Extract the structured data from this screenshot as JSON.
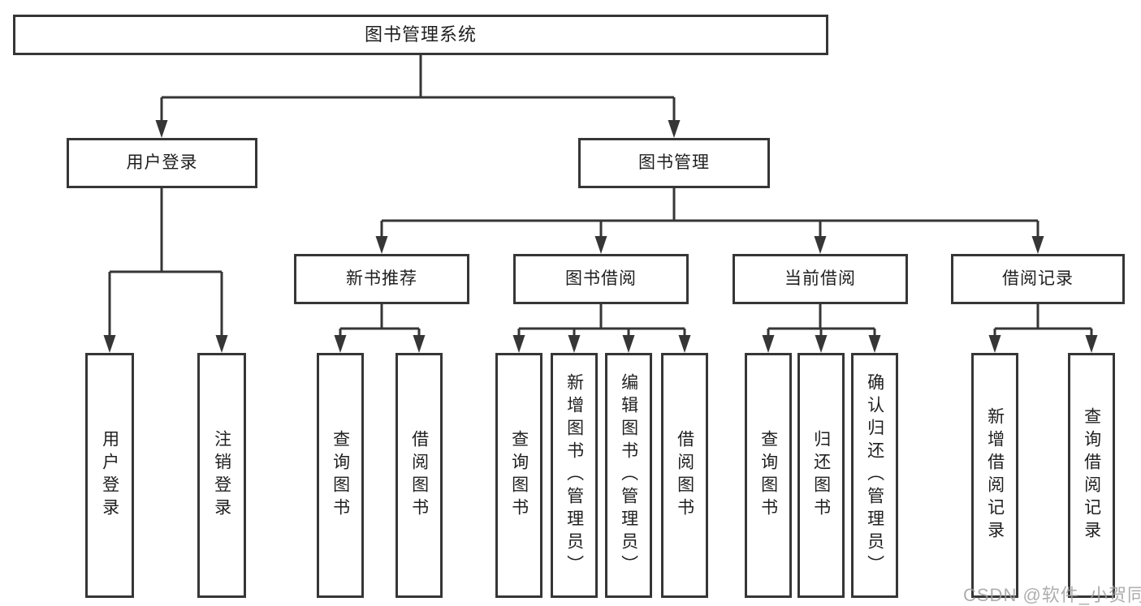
{
  "tree": {
    "root": "图书管理系统",
    "branches": [
      {
        "label": "用户登录",
        "children": [
          "用户登录",
          "注销登录"
        ]
      },
      {
        "label": "图书管理",
        "groups": [
          {
            "label": "新书推荐",
            "children": [
              "查询图书",
              "借阅图书"
            ]
          },
          {
            "label": "图书借阅",
            "children": [
              "查询图书",
              "新增图书（管理员）",
              "编辑图书（管理员）",
              "借阅图书"
            ]
          },
          {
            "label": "当前借阅",
            "children": [
              "查询图书",
              "归还图书",
              "确认归还（管理员）"
            ]
          },
          {
            "label": "借阅记录",
            "children": [
              "新增借阅记录",
              "查询借阅记录"
            ]
          }
        ]
      }
    ]
  },
  "watermark": "CSDN @软件_小贺同学",
  "colors": {
    "line": "#363636",
    "text": "#1f1f1f",
    "watermark": "#9f9f9f"
  }
}
